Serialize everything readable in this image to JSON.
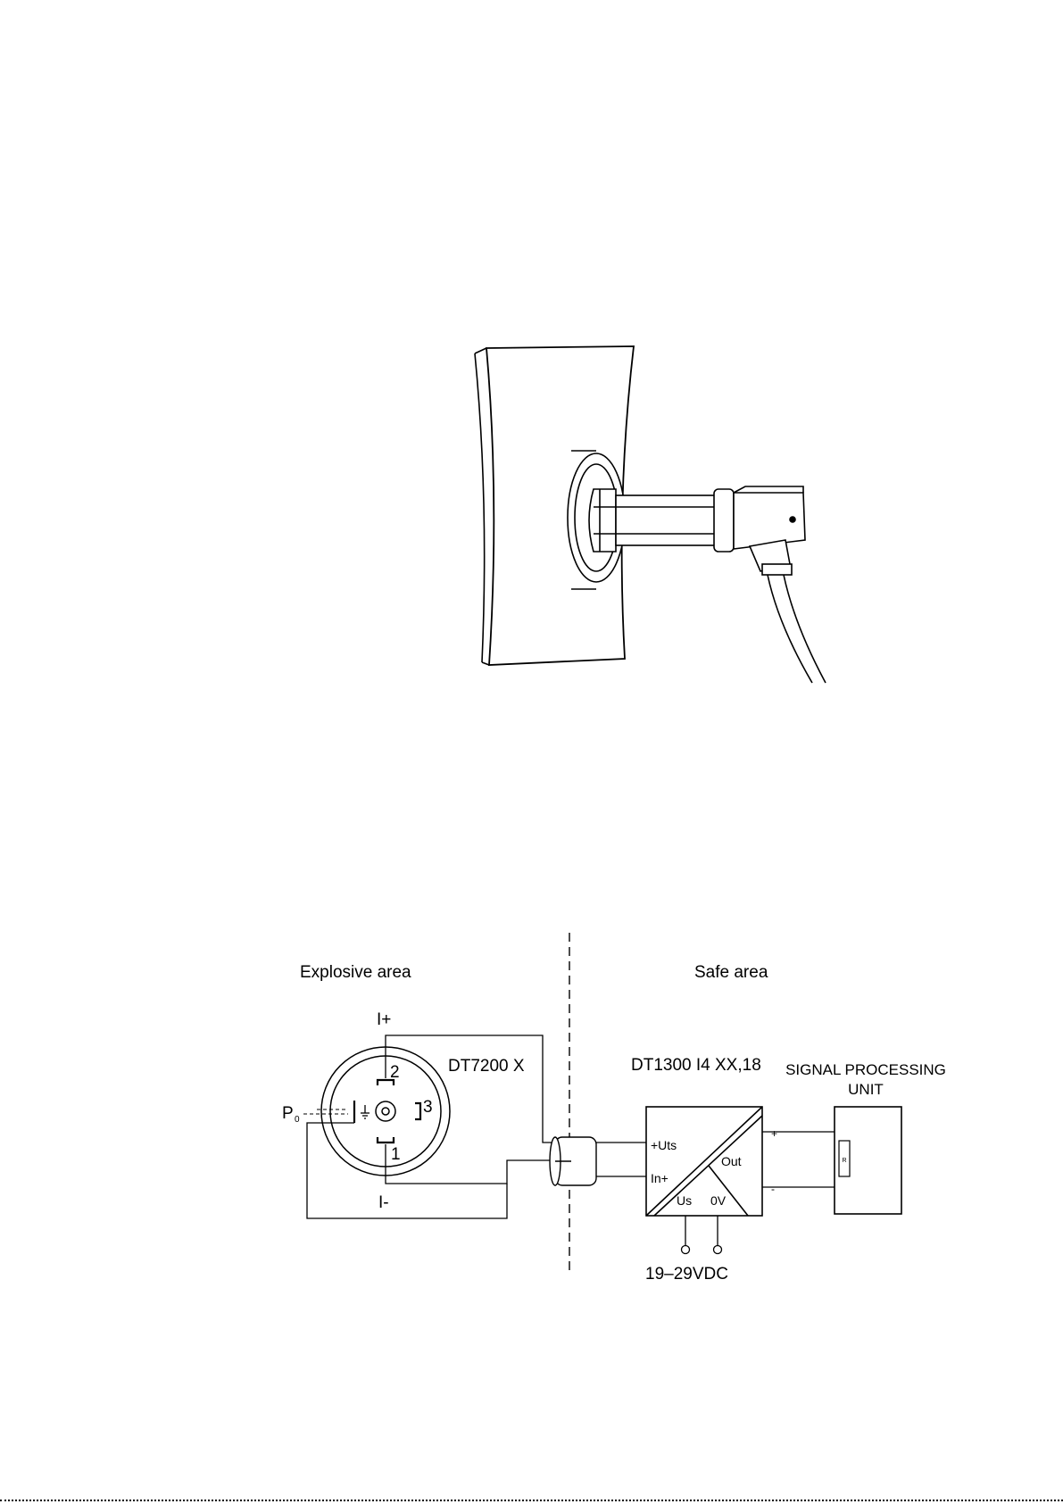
{
  "areas": {
    "explosive": "Explosive area",
    "safe": "Safe area"
  },
  "connector": {
    "i_plus": "I+",
    "i_minus": "I-",
    "pin_1": "1",
    "pin_2": "2",
    "pin_3": "3",
    "p0": "P",
    "p0_sub": "0",
    "model": "DT7200 X"
  },
  "barrier": {
    "model": "DT1300 I4 XX,18",
    "uts": "+Uts",
    "in": "In+",
    "out": "Out",
    "us": "Us",
    "zero_v": "0V",
    "plus": "+",
    "minus": "-",
    "supply": "19–29VDC"
  },
  "signal_unit": {
    "line1": "SIGNAL PROCESSING",
    "line2": "UNIT",
    "resistor": "R"
  },
  "icons": [
    "ground-icon",
    "pressure-transmitter-illustration"
  ]
}
